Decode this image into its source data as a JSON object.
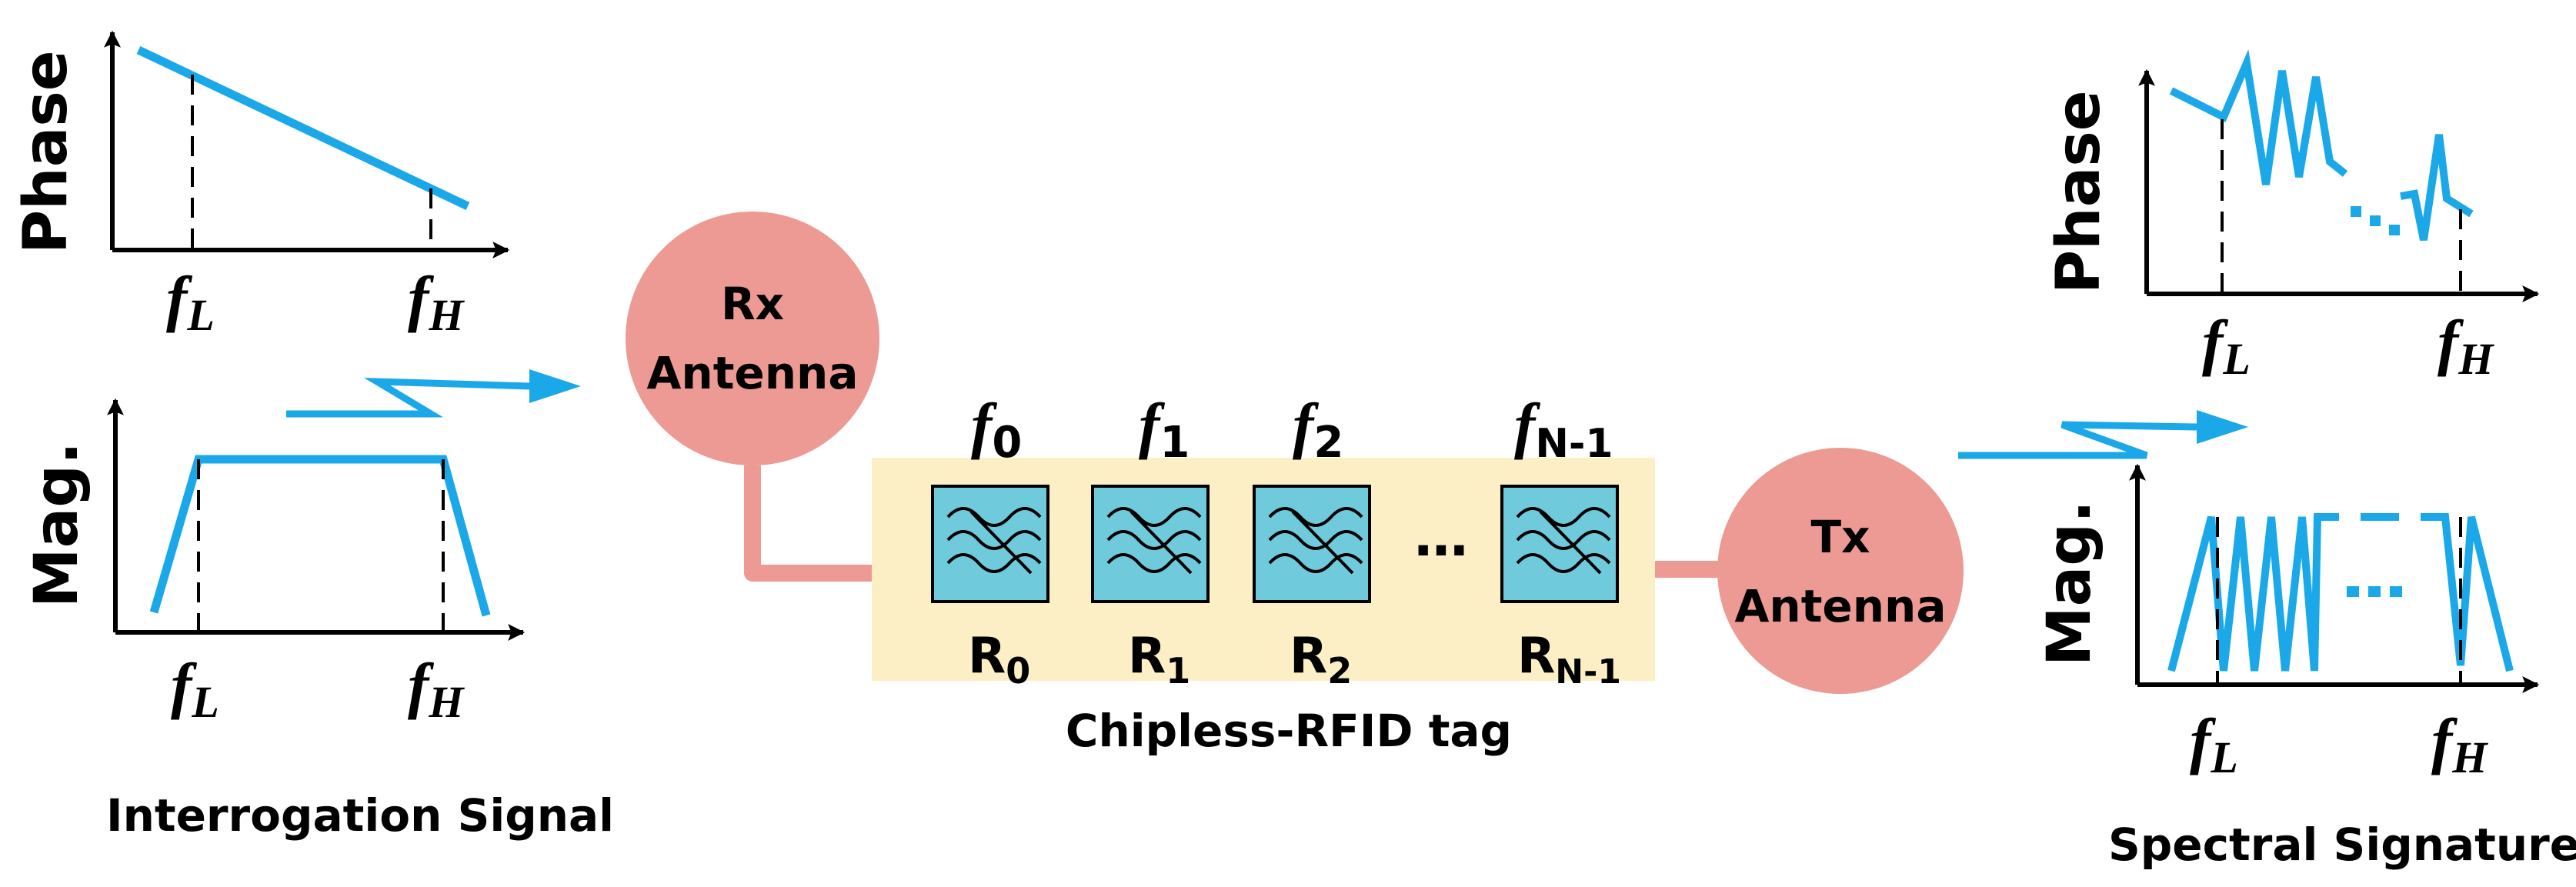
{
  "colors": {
    "signal": "#1aa8e8",
    "antenna": "#ec9a93",
    "tag_bg": "#fcefc6",
    "filter": "#6fcbdc",
    "axis": "#000000"
  },
  "labels": {
    "phase": "Phase",
    "mag": "Mag.",
    "f_letter": "f",
    "sub_L": "L",
    "sub_H": "H",
    "dots": "…"
  },
  "interrogation": {
    "caption": "Interrogation Signal"
  },
  "rx_antenna": {
    "line1": "Rx",
    "line2": "Antenna"
  },
  "tx_antenna": {
    "line1": "Tx",
    "line2": "Antenna"
  },
  "tag": {
    "caption": "Chipless-RFID tag",
    "resonators": [
      {
        "freq_sub": "0",
        "res_label": "R",
        "res_sub": "0"
      },
      {
        "freq_sub": "1",
        "res_label": "R",
        "res_sub": "1"
      },
      {
        "freq_sub": "2",
        "res_label": "R",
        "res_sub": "2"
      },
      {
        "freq_sub": "N-1",
        "res_label": "R",
        "res_sub": "N-1"
      }
    ]
  },
  "signature": {
    "caption": "Spectral Signature"
  }
}
